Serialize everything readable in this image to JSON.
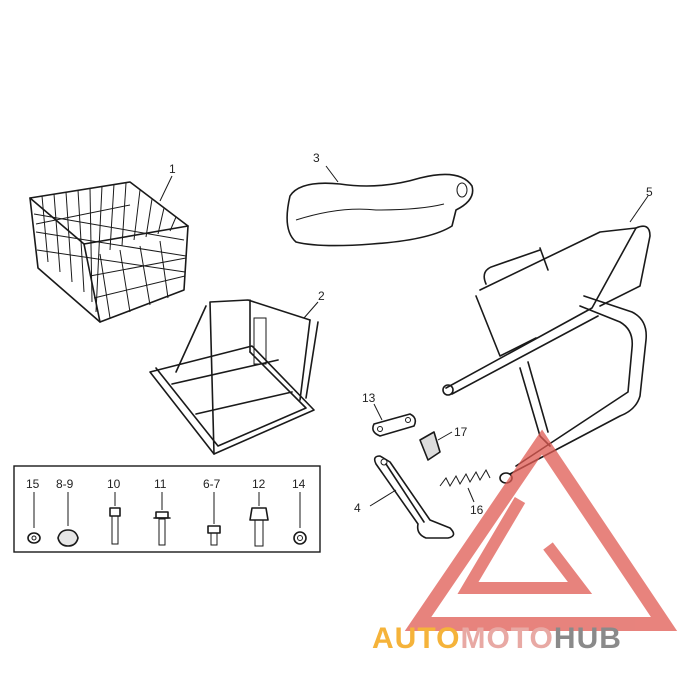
{
  "labels": {
    "p1": "1",
    "p2": "2",
    "p3": "3",
    "p4": "4",
    "p5": "5",
    "p13": "13",
    "p16": "16",
    "p17": "17"
  },
  "hardware": [
    {
      "label": "15",
      "icon": "washer-icon"
    },
    {
      "label": "8-9",
      "icon": "grommet-icon"
    },
    {
      "label": "10",
      "icon": "long-bolt-icon"
    },
    {
      "label": "11",
      "icon": "flange-bolt-icon"
    },
    {
      "label": "6-7",
      "icon": "short-screw-icon"
    },
    {
      "label": "12",
      "icon": "hex-bolt-icon"
    },
    {
      "label": "14",
      "icon": "nut-icon"
    }
  ],
  "watermark": {
    "text_a": "AUTO",
    "text_b": "MOTO",
    "text_c": "HUB",
    "color_a": "#f5b33a",
    "color_b": "#e8a9a4",
    "color_c": "#8a8a8a",
    "logo_color": "#e05a52"
  }
}
